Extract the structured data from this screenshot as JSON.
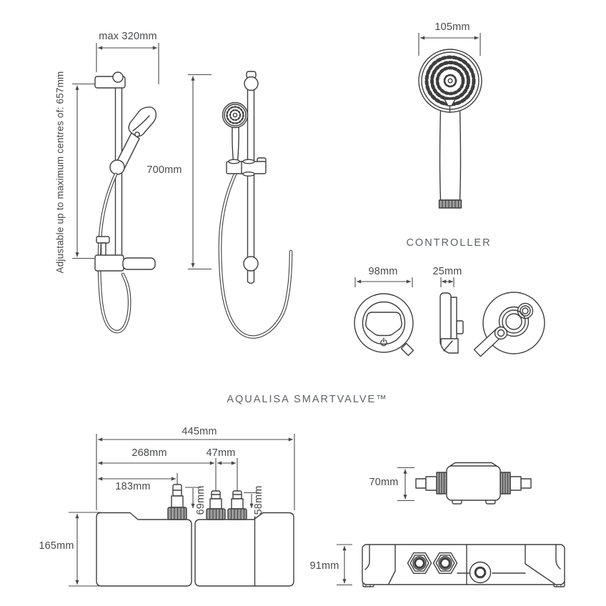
{
  "drawing": {
    "colors": {
      "line": "#3e3e3e",
      "dimension": "#4a4a4a",
      "title_text": "#5f6265",
      "background": "#ffffff",
      "collar_fill": "#9b9b9b"
    },
    "rail": {
      "max_width": "max 320mm",
      "adjustable": "Adjustable up to maximum centres of: 657mm",
      "height": "700mm"
    },
    "handset": {
      "diameter": "105mm"
    },
    "controller": {
      "title": "CONTROLLER",
      "diameter": "98mm",
      "depth": "25mm"
    },
    "valve": {
      "title": "AQUALISA SMARTVALVE™",
      "width": "445mm",
      "inlet_centres": "268mm",
      "inlet_spacing": "47mm",
      "outlet_centre": "183mm",
      "outlet_stub_height": "69mm",
      "inlet_stub_height": "58mm",
      "depth": "165mm",
      "side_height": "70mm",
      "front_height": "91mm"
    }
  }
}
